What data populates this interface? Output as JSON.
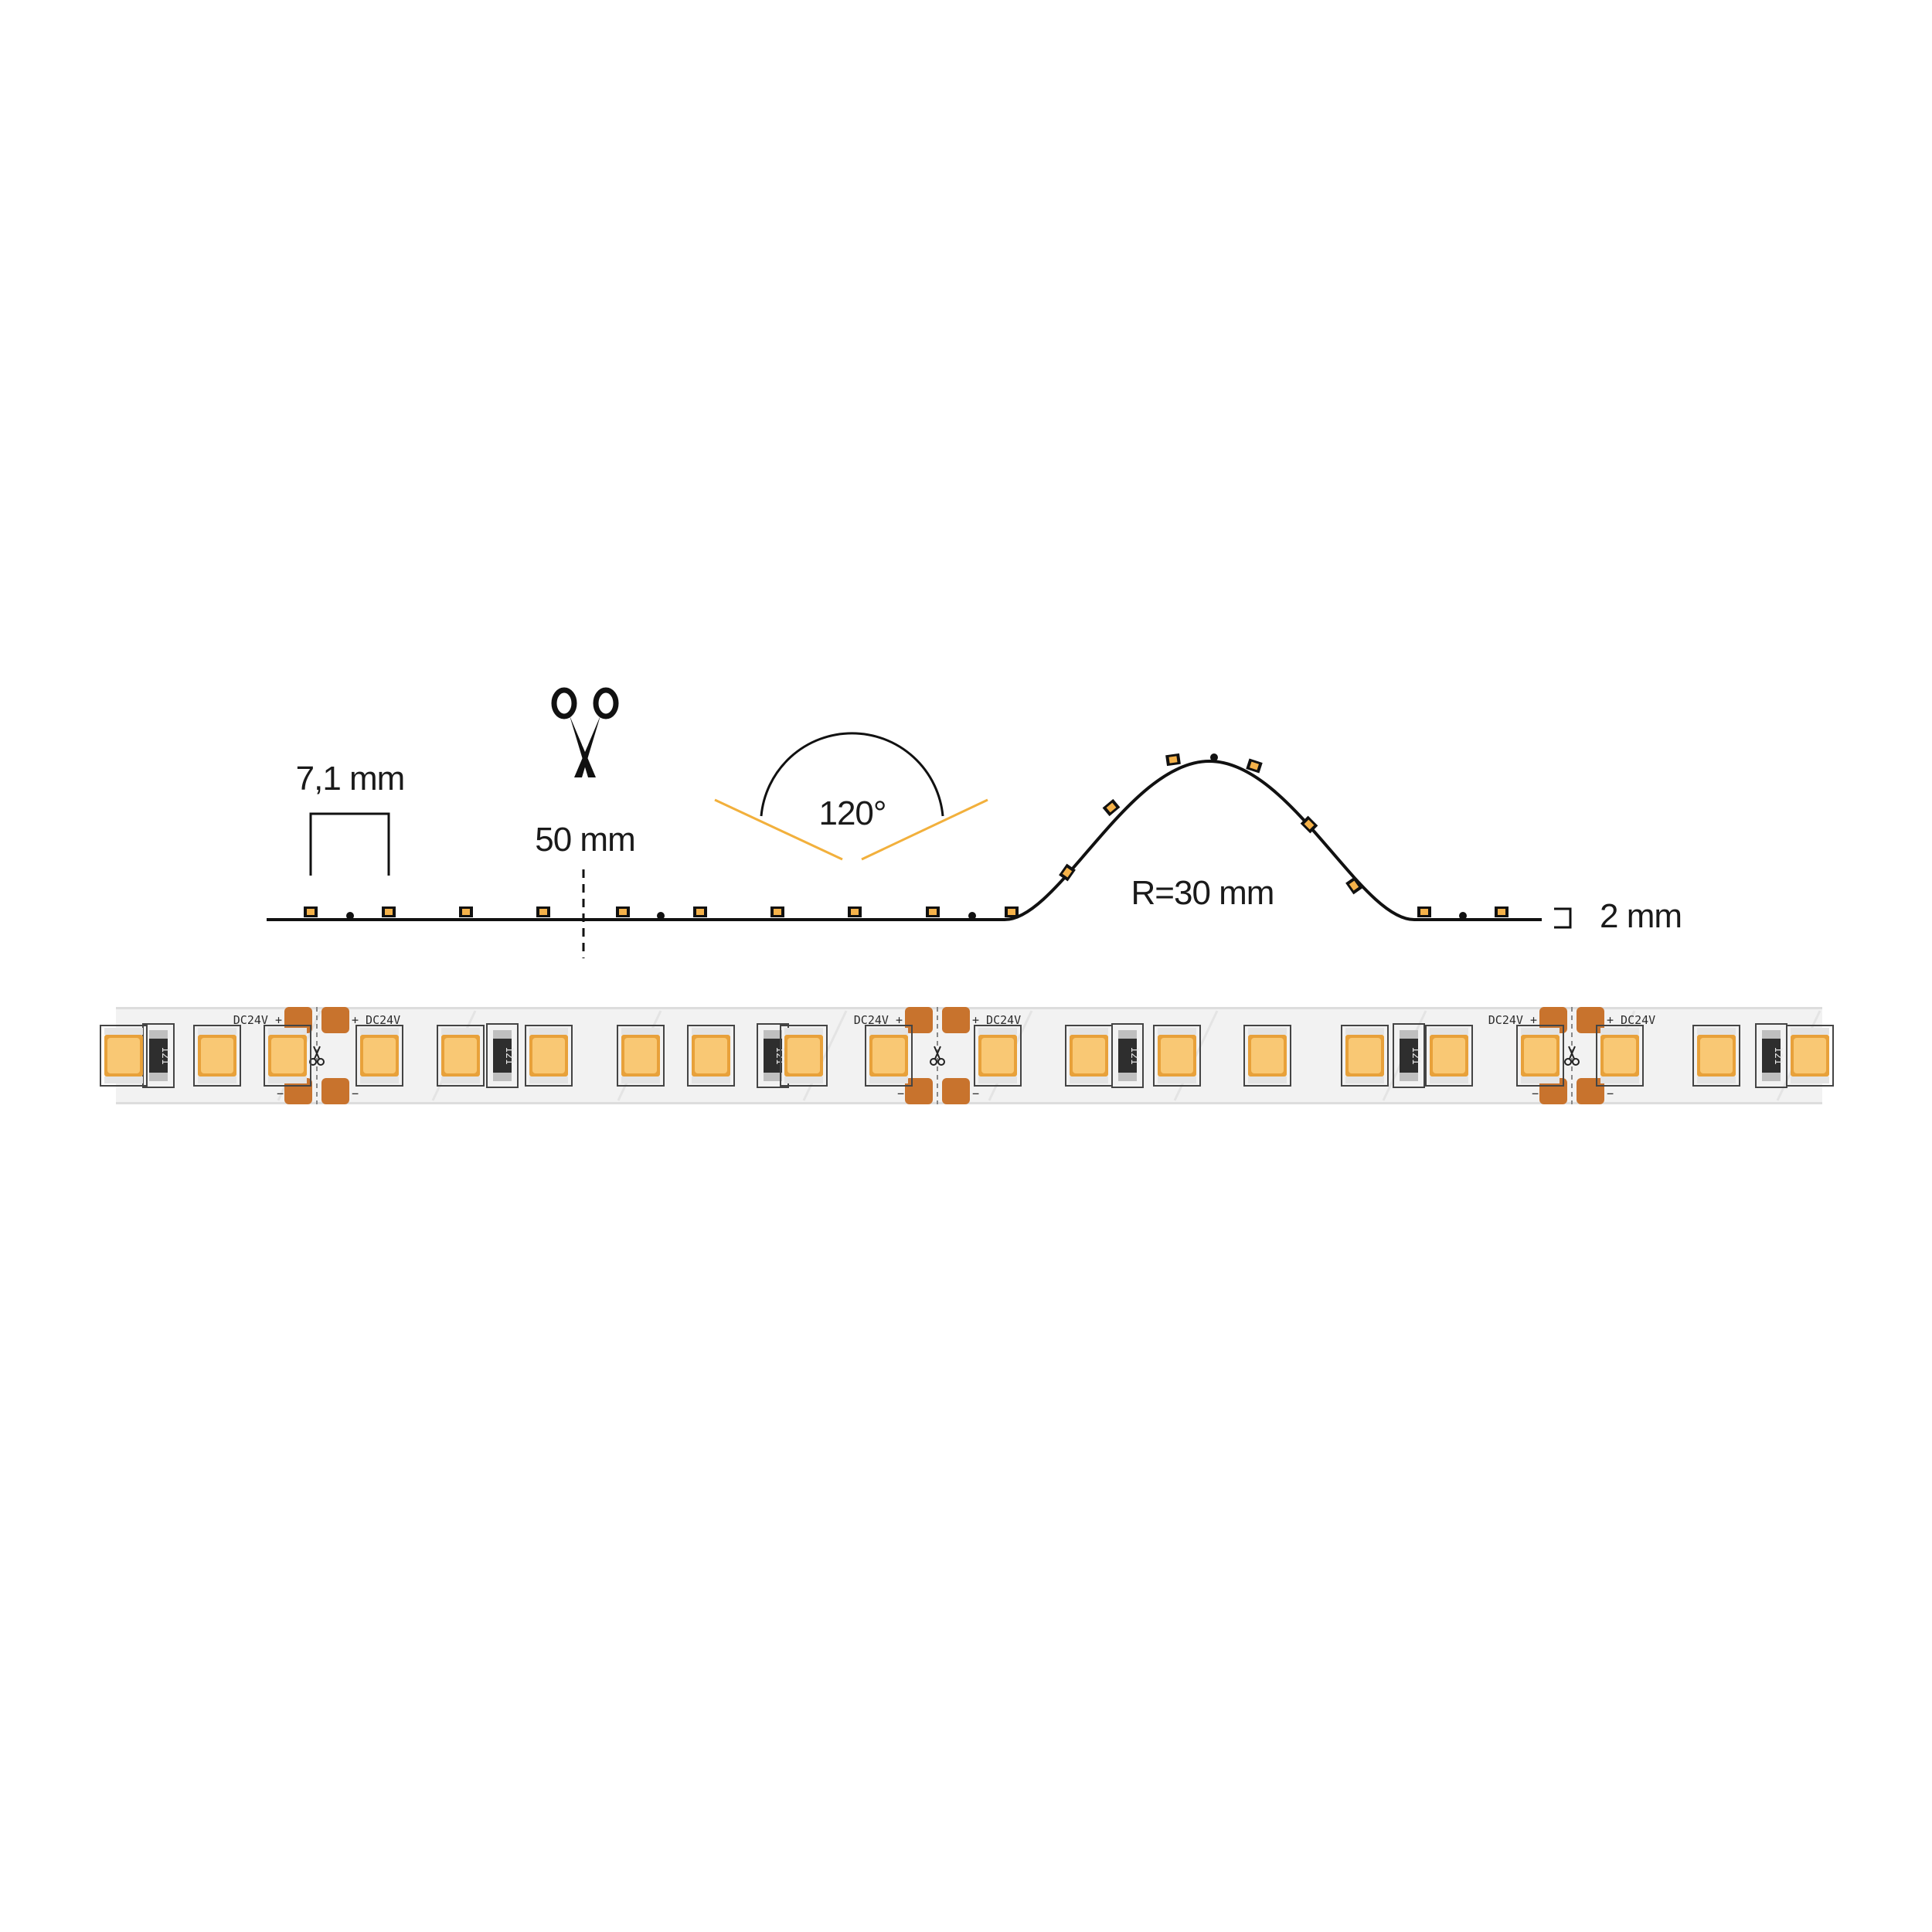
{
  "diagram": {
    "led_spacing_label": "7,1 mm",
    "cut_interval_label": "50 mm",
    "beam_angle_label": "120°",
    "bend_radius_label": "R=30 mm",
    "thickness_label": "2 mm"
  },
  "strip_photo": {
    "voltage_marking": "DC24V",
    "resistor_code": "121",
    "plus_sign": "+",
    "minus_sign": "−"
  },
  "colors": {
    "led_amber": "#f5b24a",
    "led_orange": "#e8a13a",
    "led_phosphor": "#f9c874",
    "pad_copper": "#c8732d",
    "strip_base": "#f2f2f2",
    "line": "#111111"
  }
}
